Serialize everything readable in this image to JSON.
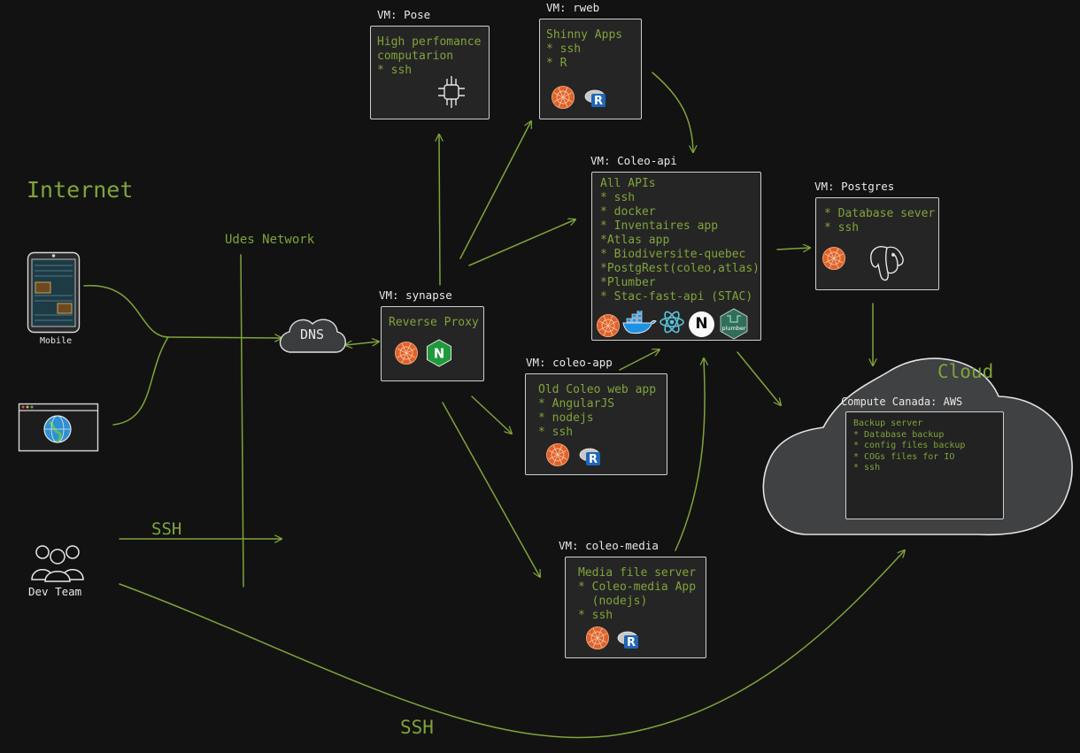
{
  "labels": {
    "internet": "Internet",
    "udes_network": "Udes Network",
    "ssh_top": "SSH",
    "ssh_bottom": "SSH",
    "dns": "DNS",
    "cloud": "Cloud",
    "mobile": "Mobile",
    "dev_team": "Dev Team"
  },
  "vms": {
    "pose": {
      "title": "VM: Pose",
      "lines": [
        "High perfomance",
        "computarion",
        "* ssh"
      ]
    },
    "rweb": {
      "title": "VM: rweb",
      "lines": [
        "Shinny Apps",
        "* ssh",
        "* R"
      ]
    },
    "api": {
      "title": "VM: Coleo-api",
      "lines": [
        "All APIs",
        "* ssh",
        "* docker",
        "* Inventaires app",
        "*Atlas app",
        "* Biodiversite-quebec",
        "*PostgRest(coleo,atlas)",
        "*Plumber",
        "* Stac-fast-api (STAC)"
      ]
    },
    "postgres": {
      "title": "VM: Postgres",
      "lines": [
        "* Database sever",
        "* ssh"
      ]
    },
    "synapse": {
      "title": "VM: synapse",
      "lines": [
        "Reverse Proxy"
      ]
    },
    "app": {
      "title": "VM: coleo-app",
      "lines": [
        "Old Coleo web app",
        "* AngularJS",
        "* nodejs",
        "* ssh"
      ]
    },
    "media": {
      "title": "VM: coleo-media",
      "lines": [
        "Media file server",
        "* Coleo-media App",
        "  (nodejs)",
        "* ssh"
      ]
    },
    "aws": {
      "title": "Compute Canada: AWS",
      "lines": [
        "Backup server",
        "* Database backup",
        "* config files backup",
        "* COGs files for IO",
        "* ssh"
      ]
    }
  },
  "icons": {
    "ubuntu": "ubuntu-logo-icon",
    "nginx": "nginx-logo-icon",
    "nginx_letter": "N",
    "r": "r-language-logo-icon",
    "r_letter": "R",
    "docker": "docker-logo-icon",
    "react": "react-logo-icon",
    "next": "nextjs-logo-icon",
    "next_letter": "N",
    "plumber": "plumber-logo-icon",
    "plumber_text": "plumber",
    "postgres": "postgresql-elephant-icon",
    "chip": "cpu-chip-icon",
    "globe": "globe-browser-icon",
    "phone": "mobile-phone-icon",
    "users": "dev-team-users-icon"
  },
  "colors": {
    "background": "#121212",
    "green": "#7fa43a",
    "box_fill": "#252525",
    "outline": "#cfcfcf",
    "ubuntu": "#e0612c",
    "nginx": "#1e9a3a",
    "r_blue": "#1f66b8",
    "docker": "#1d91e6",
    "react": "#58c4dc",
    "plumber": "#2f6e5a"
  }
}
